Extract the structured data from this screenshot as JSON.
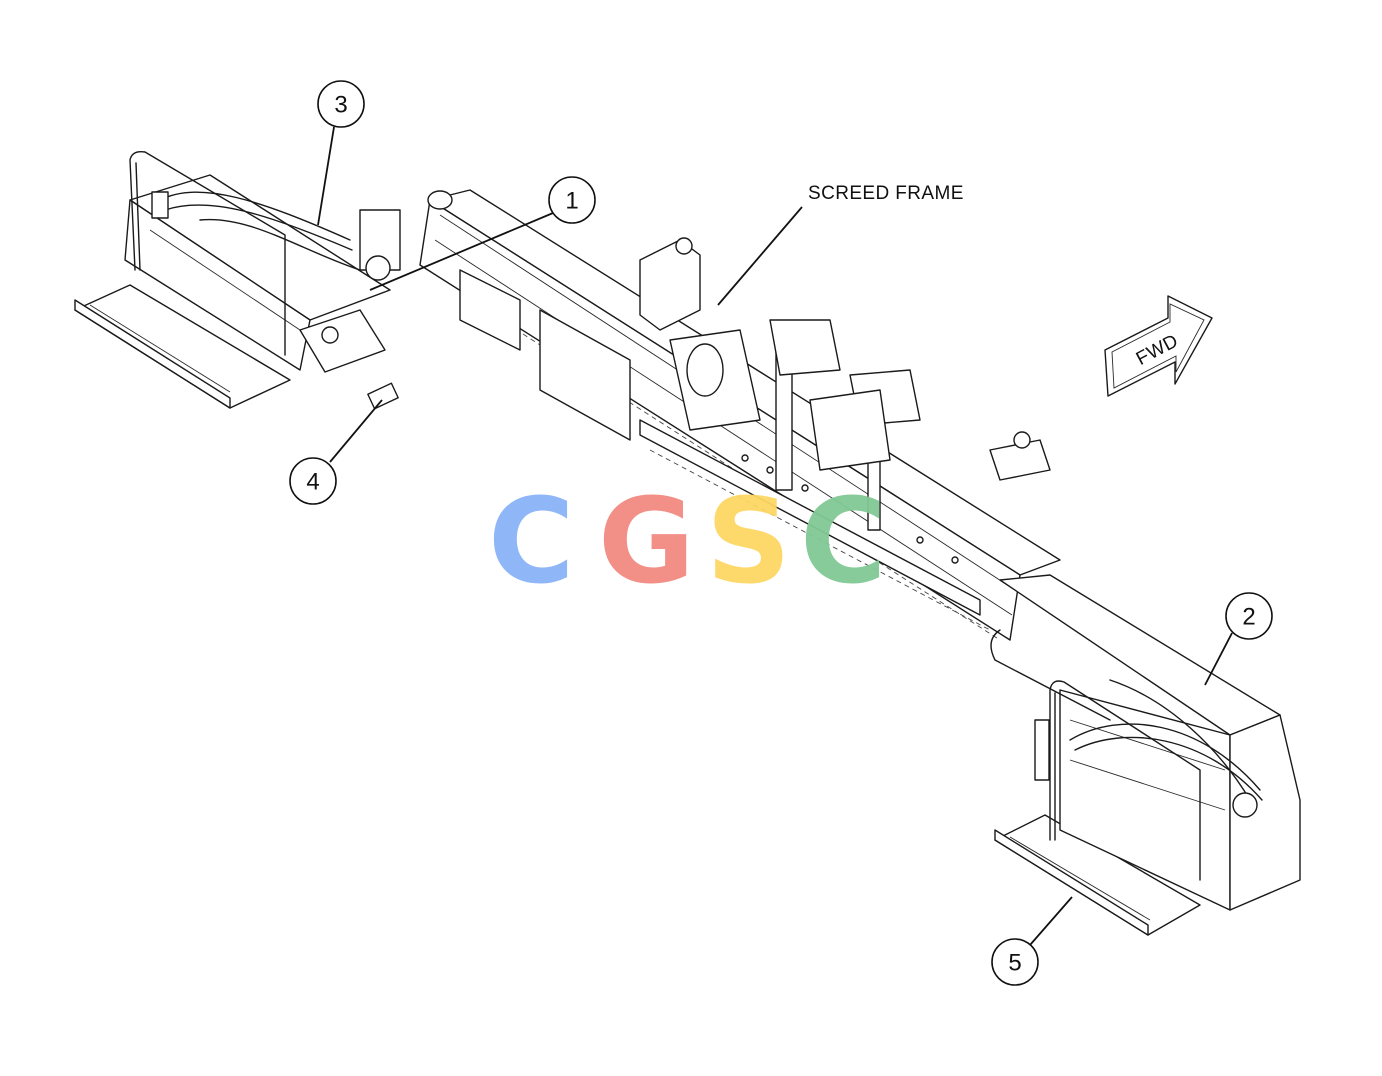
{
  "callouts": [
    {
      "number": "1"
    },
    {
      "number": "2"
    },
    {
      "number": "3"
    },
    {
      "number": "4"
    },
    {
      "number": "5"
    }
  ],
  "labels": {
    "screed_frame": "SCREED FRAME",
    "fwd": "FWD"
  },
  "watermark": {
    "letters": [
      "C",
      "G",
      "S",
      "C"
    ],
    "colors": [
      "#8ab4f8",
      "#f28b82",
      "#fdd663",
      "#81c995"
    ]
  }
}
